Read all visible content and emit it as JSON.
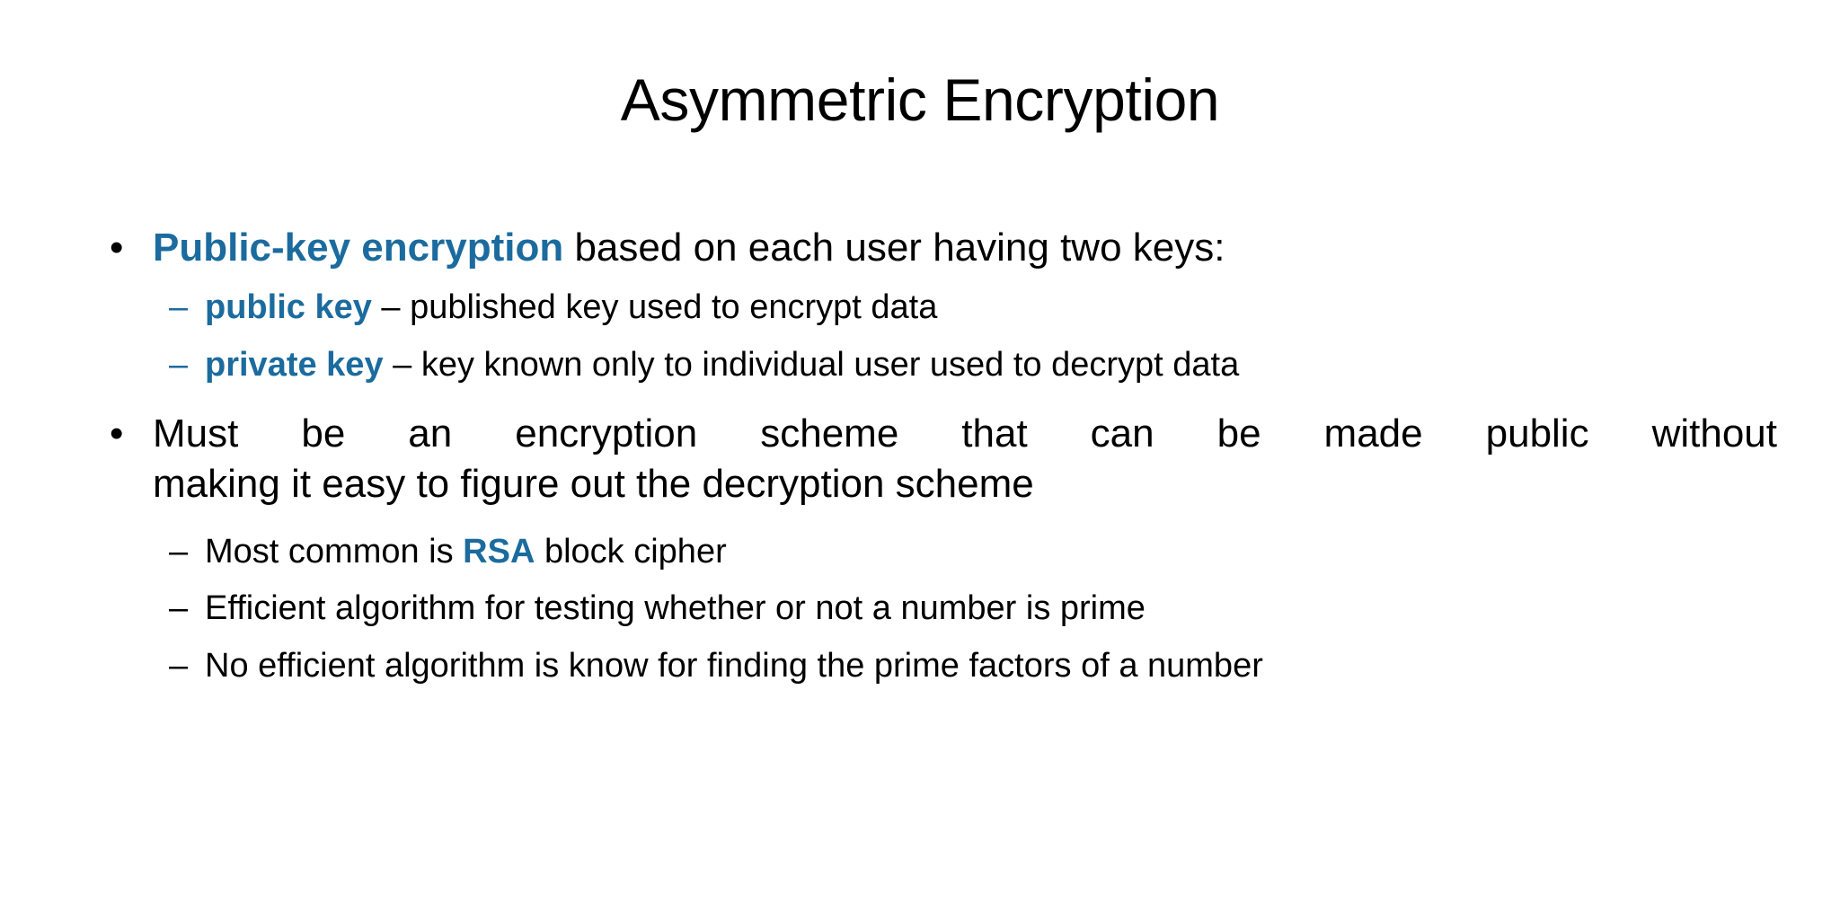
{
  "slide": {
    "title": "Asymmetric Encryption",
    "accent_color": "#1B6B9E",
    "text_color": "#000000",
    "background_color": "#FFFFFF",
    "bullet_glyph": "•",
    "dash_glyph": "–"
  },
  "content": {
    "bullet1": {
      "accent_text": "Public-key encryption",
      "rest_text": " based on each user having two keys:",
      "sub": [
        {
          "dash_color": "blue",
          "accent_text": "public key",
          "rest_text": " – published key used to encrypt data"
        },
        {
          "dash_color": "blue",
          "accent_text": "private key",
          "rest_text": " – key known only to individual user used to decrypt data"
        }
      ]
    },
    "bullet2": {
      "line1": "Must be an encryption scheme that can be made public without",
      "line2": "making it easy to figure out the decryption scheme",
      "sub": [
        {
          "dash_color": "black",
          "lead_text": "Most common is ",
          "accent_text": "RSA",
          "rest_text": " block cipher"
        },
        {
          "dash_color": "black",
          "lead_text": "Efficient algorithm for testing whether or not a number is prime",
          "accent_text": "",
          "rest_text": ""
        },
        {
          "dash_color": "black",
          "lead_text": "No efficient algorithm is know for finding the prime factors of a number",
          "accent_text": "",
          "rest_text": ""
        }
      ]
    }
  }
}
